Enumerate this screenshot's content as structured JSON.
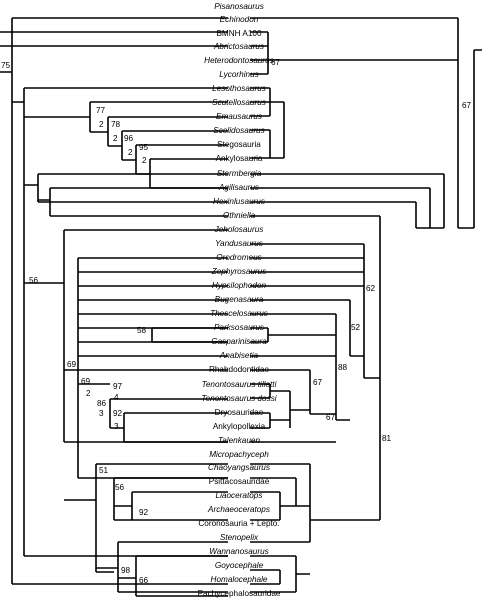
{
  "taxa": [
    {
      "name": "Pisanosaurus",
      "italic": true
    },
    {
      "name": "Echinodon",
      "italic": true
    },
    {
      "name": "BMNH A100",
      "italic": false
    },
    {
      "name": "Abrictosaurus",
      "italic": true
    },
    {
      "name": "Heterodontosaurus",
      "italic": true
    },
    {
      "name": "Lycorhinus",
      "italic": true
    },
    {
      "name": "Lesothosaurus",
      "italic": true
    },
    {
      "name": "Scutellosaurus",
      "italic": true
    },
    {
      "name": "Emausaurus",
      "italic": true
    },
    {
      "name": "Scelidosaurus",
      "italic": true
    },
    {
      "name": "Stegosauria",
      "italic": false
    },
    {
      "name": "Ankylosauria",
      "italic": false
    },
    {
      "name": "Stormbergia",
      "italic": true
    },
    {
      "name": "Agilisaurus",
      "italic": true
    },
    {
      "name": "Hexinlusaurus",
      "italic": true
    },
    {
      "name": "Othniella",
      "italic": true
    },
    {
      "name": "Jeholosaurus",
      "italic": true
    },
    {
      "name": "Yandusaurus",
      "italic": true
    },
    {
      "name": "Orodromeus",
      "italic": true
    },
    {
      "name": "Zephyrosaurus",
      "italic": true
    },
    {
      "name": "Hypsilophodon",
      "italic": true
    },
    {
      "name": "Bugenasaura",
      "italic": true
    },
    {
      "name": "Thescelosaurus",
      "italic": true
    },
    {
      "name": "Parksosaurus",
      "italic": true
    },
    {
      "name": "Gasparinisaura",
      "italic": true
    },
    {
      "name": "Anabisetia",
      "italic": true
    },
    {
      "name": "Rhabdodontidae",
      "italic": false
    },
    {
      "name": "Tenontosaurus tilletti",
      "italic": true
    },
    {
      "name": "Tenontosaurus dossi",
      "italic": true
    },
    {
      "name": "Dryosauridae",
      "italic": false
    },
    {
      "name": "Ankylopollexia",
      "italic": false
    },
    {
      "name": "Talenkauen",
      "italic": true
    },
    {
      "name": "Micropachyceph",
      "italic": true
    },
    {
      "name": "Chaoyangsaurus",
      "italic": true
    },
    {
      "name": "Psittacosauridae",
      "italic": false
    },
    {
      "name": "Liaoceratops",
      "italic": true
    },
    {
      "name": "Archaeoceratops",
      "italic": true
    },
    {
      "name": "Coronosauria + Lepto.",
      "italic": false
    },
    {
      "name": "Stenopelix",
      "italic": true
    },
    {
      "name": "Wannanosaurus",
      "italic": true
    },
    {
      "name": "Goyocephale",
      "italic": true
    },
    {
      "name": "Homalocephale",
      "italic": true
    },
    {
      "name": "Pachycephalosauridae",
      "italic": false
    }
  ],
  "node_labels": [
    "75",
    "67",
    "67",
    "77",
    "2",
    "78",
    "2",
    "96",
    "2",
    "95",
    "2",
    "62",
    "56",
    "52",
    "58",
    "88",
    "69",
    "67",
    "69",
    "2",
    "97",
    "4",
    "86",
    "3",
    "92",
    "3",
    "67",
    "81",
    "51",
    "56",
    "92",
    "98",
    "66"
  ]
}
